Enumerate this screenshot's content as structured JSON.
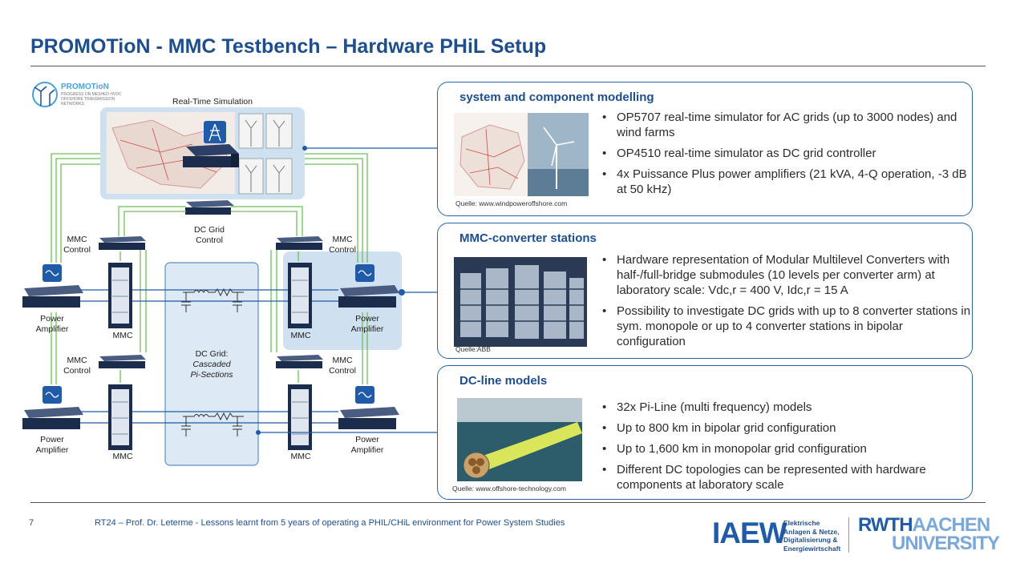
{
  "title": "PROMOTioN - MMC Testbench – Hardware PHiL Setup",
  "logo": {
    "name": "PROMOTioN",
    "tagline_1": "PROGRESS ON MESHED HVDC",
    "tagline_2": "OFFSHORE TRANSMISSION",
    "tagline_3": "NETWORKS"
  },
  "diagram": {
    "rts_label": "Real-Time Simulation",
    "dc_grid_control": "DC Grid Control",
    "mmc_control": "MMC Control",
    "power_amplifier": "Power Amplifier",
    "mmc": "MMC",
    "dc_grid_line1": "DC Grid:",
    "dc_grid_line2": "Cascaded",
    "dc_grid_line3": "Pi-Sections"
  },
  "cards": [
    {
      "title": "system and component modelling",
      "bullets": [
        "OP5707 real-time simulator for AC grids (up to 3000 nodes) and wind farms",
        "OP4510 real-time simulator as DC grid controller",
        "4x Puissance Plus power amplifiers (21 kVA, 4-Q operation, -3 dB at 50 kHz)"
      ],
      "source": "Quelle: www.windpoweroffshore.com"
    },
    {
      "title": "MMC-converter stations",
      "bullets": [
        "Hardware representation of Modular Multilevel Converters with half-/full-bridge submodules (10 levels per converter arm) at laboratory scale: Vdc,r = 400 V, Idc,r = 15 A",
        "Possibility to investigate DC grids with up to 8 converter stations in sym. monopole or up to 4 converter stations in bipolar configuration"
      ],
      "source": "Quelle:ABB"
    },
    {
      "title": "DC-line models",
      "bullets": [
        "32x Pi-Line (multi frequency) models",
        "Up to 800 km in bipolar grid configuration",
        "Up to 1,600 km in monopolar grid configuration",
        "Different DC topologies can be represented with hardware components at laboratory scale"
      ],
      "source": "Quelle: www.offshore-technology.com"
    }
  ],
  "footer": {
    "page": "7",
    "text": "RT24 – Prof. Dr. Leterme - Lessons learnt from 5 years of operating a PHIL/CHiL environment for Power System Studies",
    "iaew": "IAEW",
    "iaew_sub": "Elektrische\nAnlagen & Netze,\nDigitalisierung &\nEnergiewirtschaft",
    "rwth_1": "RWTH",
    "rwth_2": "AACHEN",
    "rwth_3": "UNIVERSITY"
  },
  "colors": {
    "brand_blue": "#1f4e8c",
    "link_blue": "#2a64a8",
    "signal_green": "#6fbf5a",
    "panel_bg": "#cfe0f1"
  }
}
